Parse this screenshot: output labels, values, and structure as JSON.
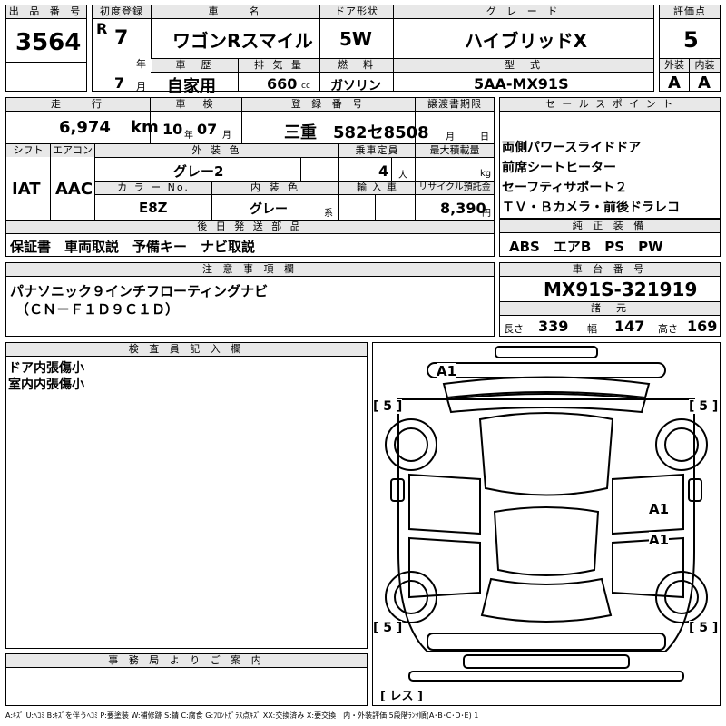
{
  "lot": {
    "label": "出 品 番 号",
    "value": "3564"
  },
  "first_reg": {
    "label": "初度登録",
    "era": "R",
    "year": "7",
    "year_unit": "年",
    "month": "7",
    "month_unit": "月"
  },
  "car_name": {
    "label": "車　　名",
    "value": "ワゴンRスマイル"
  },
  "door": {
    "label": "ドア形状",
    "value": "5W"
  },
  "grade": {
    "label": "グ レ ー ド",
    "value": "ハイブリッドX"
  },
  "score": {
    "label": "評価点",
    "value": "5",
    "ext_label": "外装",
    "int_label": "内装",
    "ext_value": "A",
    "int_value": "A"
  },
  "history": {
    "label": "車　歴",
    "value": "自家用"
  },
  "displacement": {
    "label": "排 気 量",
    "value": "660",
    "unit": "cc"
  },
  "fuel": {
    "label": "燃　料",
    "value": "ガソリン"
  },
  "model": {
    "label": "型　式",
    "value": "5AA-MX91S"
  },
  "mileage": {
    "label": "走　　行",
    "value": "6,974",
    "unit": "km"
  },
  "inspection": {
    "label": "車　検",
    "year": "10",
    "year_unit": "年",
    "month": "07",
    "month_unit": "月"
  },
  "registration": {
    "label": "登 録 番 号",
    "value": "三重　582セ8508"
  },
  "transfer": {
    "label": "譲渡書期限",
    "month_unit": "月",
    "day_unit": "日"
  },
  "shift": {
    "label": "シフト",
    "value": "IAT"
  },
  "ac": {
    "label": "エアコン",
    "value": "AAC"
  },
  "exterior_color": {
    "label": "外 装 色",
    "value": "グレー2"
  },
  "capacity": {
    "label": "乗車定員",
    "value": "4",
    "unit": "人"
  },
  "max_load": {
    "label": "最大積載量",
    "unit": "kg"
  },
  "color_no": {
    "label": "カ ラ ー No.",
    "value": "E8Z"
  },
  "interior_color": {
    "label": "内 装 色",
    "value": "グレー",
    "unit": "系"
  },
  "import": {
    "label": "輸 入 車"
  },
  "recycle": {
    "label": "リサイクル預託金",
    "value": "8,390",
    "unit": "円"
  },
  "sales_points": {
    "label": "セ ー ル ス ポ イ ン ト",
    "items": [
      "両側パワースライドドア",
      "前席シートヒーター",
      "セーフティサポート２",
      "ＴＶ・Ｂカメラ・前後ドラレコ"
    ]
  },
  "later_parts": {
    "label": "後 日 発 送 部 品",
    "value": "保証書　車両取説　予備キー　ナビ取説"
  },
  "genuine": {
    "label": "純 正 装 備",
    "value": "ABS　エアB　PS　PW"
  },
  "notes": {
    "label": "注 意 事 項 欄",
    "lines": [
      "パナソニック９インチフローティングナビ",
      "（ＣＮ－Ｆ１Ｄ９Ｃ１Ｄ）"
    ]
  },
  "chassis": {
    "label": "車 台 番 号",
    "value": "MX91S-321919"
  },
  "specs": {
    "label": "諸　元",
    "length_label": "長さ",
    "length": "339",
    "width_label": "幅",
    "width": "147",
    "height_label": "高さ",
    "height": "169"
  },
  "inspector": {
    "label": "検 査 員 記 入 欄",
    "lines": [
      "ドア内張傷小",
      "室内内張傷小"
    ]
  },
  "office": {
    "label": "事 務 局 よ り ご 案 内"
  },
  "diagram": {
    "marks": [
      "A1",
      "A1",
      "A1"
    ],
    "tire_depth": [
      "5",
      "5",
      "5",
      "5"
    ],
    "spare": "レス"
  },
  "legend": "A:ｷｽﾞ U:ﾍｺﾐ B:ｷｽﾞを伴うﾍｺﾐ P:要塗装 W:補修跡 S:錆 C:腐食 G:ﾌﾛﾝﾄｶﾞﾗｽ点ｷｽﾞ XX:交換済み X:要交換　内・外装評価 5段階ﾗﾝｸ順(A･B･C･D･E) 1"
}
